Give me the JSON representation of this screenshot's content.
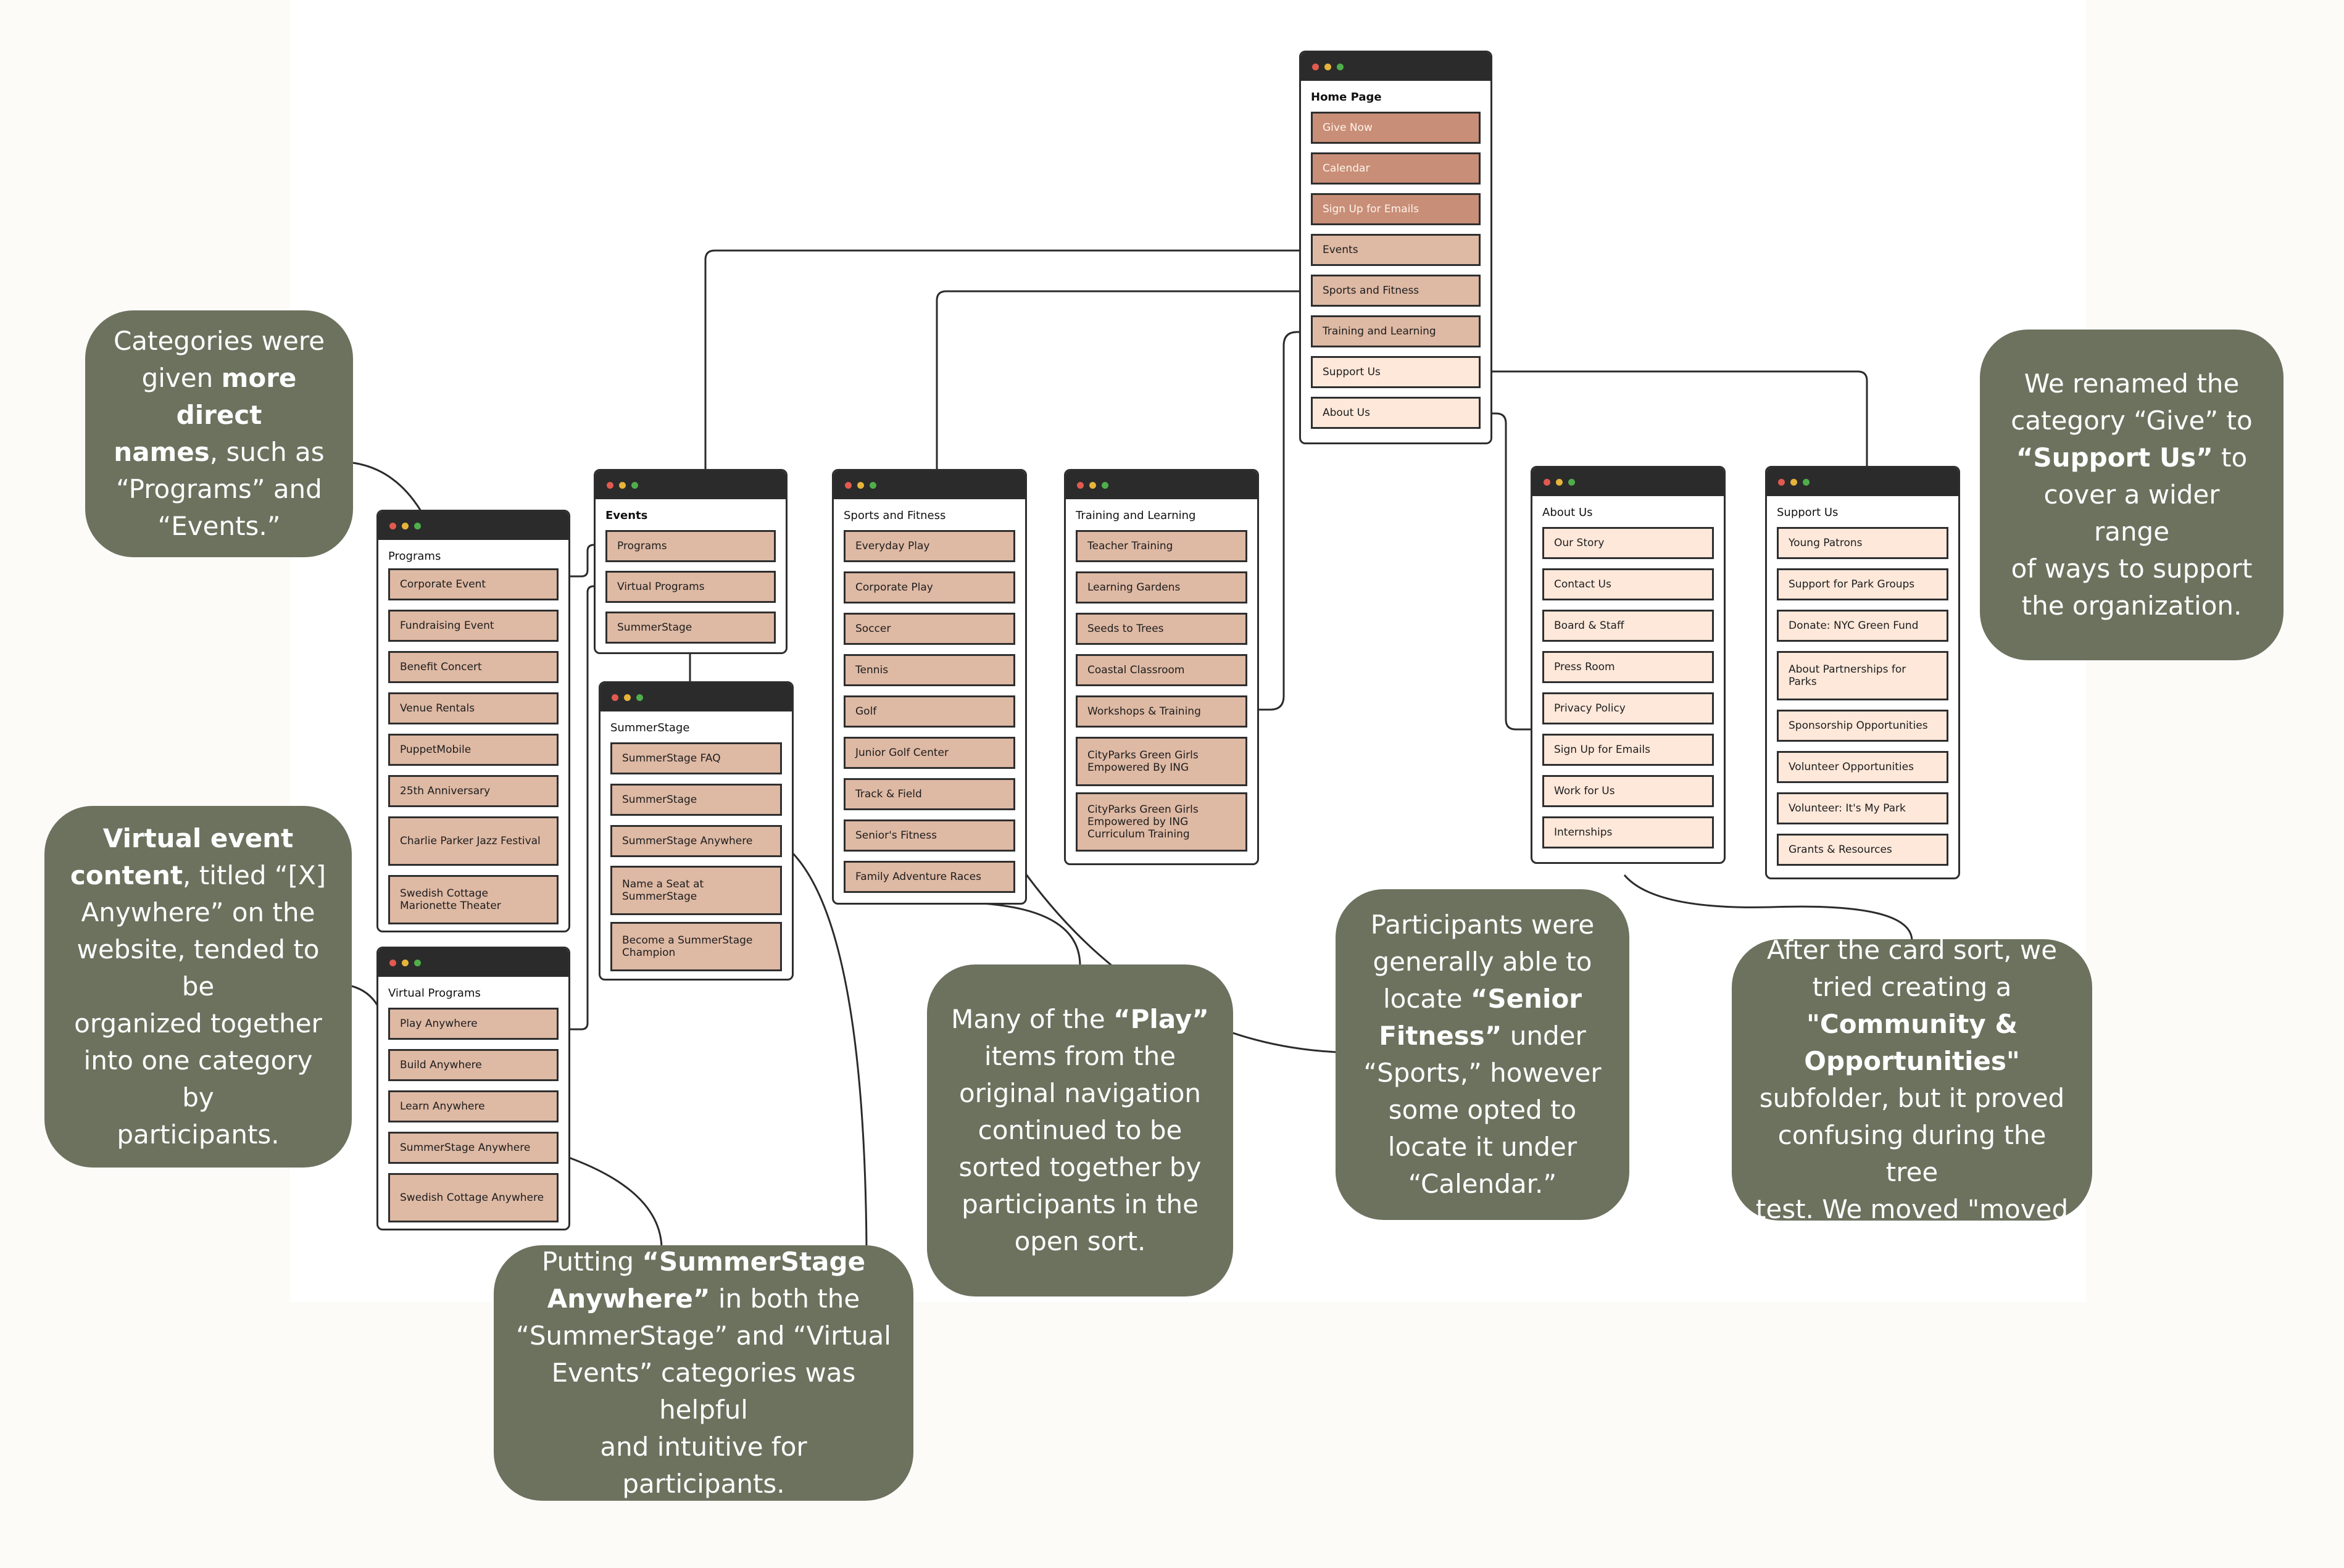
{
  "windows": {
    "home": {
      "title": "Home Page",
      "items": [
        "Give Now",
        "Calendar",
        "Sign Up for Emails",
        "Events",
        "Sports and Fitness",
        "Training and Learning",
        "Support Us",
        "About Us"
      ]
    },
    "programs": {
      "title": "Programs",
      "items": [
        "Corporate Event",
        "Fundraising Event",
        "Benefit Concert",
        "Venue Rentals",
        "PuppetMobile",
        "25th Anniversary",
        "Charlie Parker Jazz Festival",
        "Swedish Cottage Marionette Theater"
      ]
    },
    "events": {
      "title": "Events",
      "items": [
        "Programs",
        "Virtual Programs",
        "SummerStage"
      ]
    },
    "summerstage": {
      "title": "SummerStage",
      "items": [
        "SummerStage FAQ",
        "SummerStage",
        "SummerStage Anywhere",
        "Name a Seat at SummerStage",
        "Become a SummerStage Champion"
      ]
    },
    "virtual": {
      "title": "Virtual Programs",
      "items": [
        "Play Anywhere",
        "Build Anywhere",
        "Learn Anywhere",
        "SummerStage Anywhere",
        "Swedish Cottage Anywhere"
      ]
    },
    "sports": {
      "title": "Sports and Fitness",
      "items": [
        "Everyday Play",
        "Corporate Play",
        "Soccer",
        "Tennis",
        "Golf",
        "Junior Golf Center",
        "Track & Field",
        "Senior's Fitness",
        "Family Adventure Races"
      ]
    },
    "training": {
      "title": "Training and Learning",
      "items": [
        "Teacher Training",
        "Learning Gardens",
        "Seeds to Trees",
        "Coastal Classroom",
        "Workshops & Training",
        "CityParks Green Girls Empowered By ING",
        "CityParks Green Girls Empowered by ING Curriculum Training"
      ]
    },
    "about": {
      "title": "About Us",
      "items": [
        "Our Story",
        "Contact Us",
        "Board & Staff",
        "Press Room",
        "Privacy Policy",
        "Sign Up for Emails",
        "Work for Us",
        "Internships"
      ]
    },
    "support": {
      "title": "Support Us",
      "items": [
        "Young Patrons",
        "Support for Park Groups",
        "Donate: NYC Green Fund",
        "About Partnerships for Parks",
        "Sponsorship Opportunities",
        "Volunteer Opportunities",
        "Volunteer: It's My Park",
        "Grants & Resources"
      ]
    }
  },
  "notes": {
    "categories": [
      {
        "t": "Categories were\ngiven "
      },
      {
        "t": "more direct\nnames",
        "b": true
      },
      {
        "t": ", such as\n“Programs” and\n“Events.”"
      }
    ],
    "virtual_content": [
      {
        "t": "Virtual event\ncontent",
        "b": true
      },
      {
        "t": ", titled “[X]\nAnywhere” on the\nwebsite, tended to be\norganized together\ninto one category by\nparticipants."
      }
    ],
    "summerstage_anywhere": [
      {
        "t": "Putting "
      },
      {
        "t": "“SummerStage\nAnywhere”",
        "b": true
      },
      {
        "t": " in both the\n“SummerStage” and “Virtual\nEvents” categories was helpful\nand intuitive for participants."
      }
    ],
    "play": [
      {
        "t": "Many of the "
      },
      {
        "t": "“Play”",
        "b": true
      },
      {
        "t": "\nitems from the\noriginal navigation\ncontinued to be\nsorted together by\nparticipants in the\nopen sort."
      }
    ],
    "senior_fitness": [
      {
        "t": "Participants were\ngenerally able to\nlocate "
      },
      {
        "t": "“Senior\nFitness”",
        "b": true
      },
      {
        "t": " under\n“Sports,” however\nsome opted to\nlocate it under\n“Calendar.”"
      }
    ],
    "community": [
      {
        "t": "After the card sort, we\ntried creating a\n"
      },
      {
        "t": "\"Community &\nOpportunities\"",
        "b": true
      },
      {
        "t": "\nsubfolder, but it proved\nconfusing during the tree\ntest. We moved \"moved"
      }
    ],
    "support_us": [
      {
        "t": "We renamed the\ncategory “Give” to\n"
      },
      {
        "t": "“Support Us”",
        "b": true
      },
      {
        "t": " to\ncover a wider range\nof ways to support\nthe organization."
      }
    ]
  }
}
